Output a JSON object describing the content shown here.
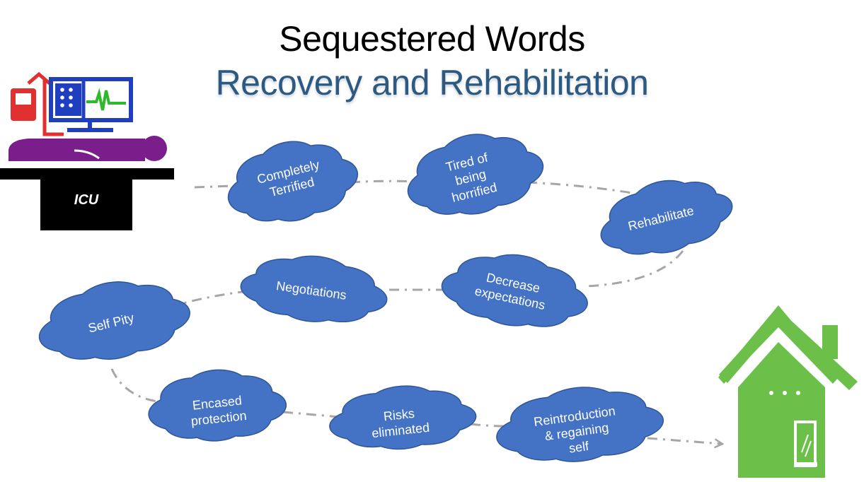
{
  "title": "Sequestered Words",
  "subtitle": "Recovery and Rehabilitation",
  "icu_label": "ICU",
  "colors": {
    "cloud_fill": "#4472c4",
    "cloud_stroke": "#2f5597",
    "path": "#a6a6a6",
    "icu_purple": "#7a1e8c",
    "monitor_blue": "#1f3fbf",
    "monitor_green": "#2db82d",
    "iv_red": "#e03030",
    "house_green": "#6cc04a",
    "title_blue": "#2e5a82"
  },
  "icons": [
    "icu-patient-icon",
    "house-icon"
  ],
  "stages": [
    {
      "id": "completely-terrified",
      "text": "Completely\nTerrified"
    },
    {
      "id": "tired-of-being-horrified",
      "text": "Tired of\nbeing\nhorrified"
    },
    {
      "id": "rehabilitate",
      "text": "Rehabilitate"
    },
    {
      "id": "decrease-expectations",
      "text": "Decrease\nexpectations"
    },
    {
      "id": "negotiations",
      "text": "Negotiations"
    },
    {
      "id": "self-pity",
      "text": "Self Pity"
    },
    {
      "id": "encased-protection",
      "text": "Encased\nprotection"
    },
    {
      "id": "risks-eliminated",
      "text": "Risks\neliminated"
    },
    {
      "id": "reintroduction-regaining-self",
      "text": "Reintroduction\n& regaining\nself"
    }
  ]
}
